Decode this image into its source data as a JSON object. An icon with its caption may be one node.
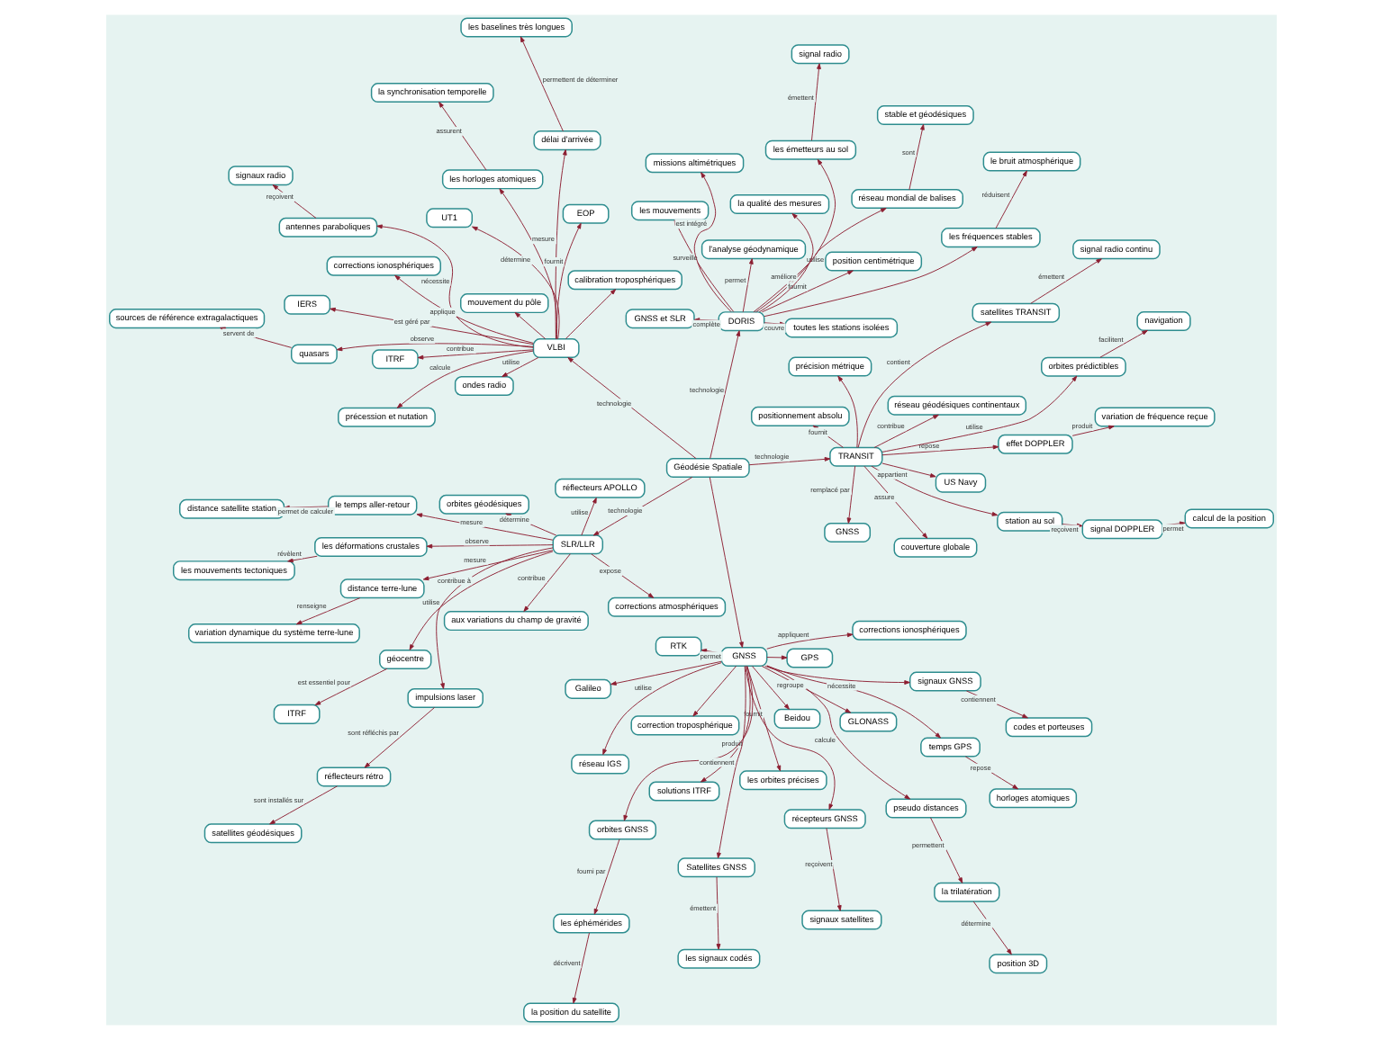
{
  "diagram": {
    "nodes": [
      {
        "text": [
          "la position du satellite"
        ]
      },
      {
        "text": [
          "les éphémérides"
        ]
      },
      {
        "text": [
          "les orbites précises"
        ]
      },
      {
        "text": [
          "RTK"
        ]
      },
      {
        "text": [
          "position 3D"
        ]
      },
      {
        "text": [
          "GNSS"
        ]
      },
      {
        "text": [
          "effet DOPPLER"
        ]
      },
      {
        "text": [
          "variation de fréquence reçue"
        ]
      },
      {
        "text": [
          "solutions ITRF"
        ]
      },
      {
        "text": [
          "les signaux codés"
        ]
      },
      {
        "text": [
          "orbites GNSS"
        ]
      },
      {
        "text": [
          "réseau IGS"
        ]
      },
      {
        "text": [
          "la trilatération"
        ]
      },
      {
        "text": [
          "satellites TRANSIT"
        ]
      },
      {
        "text": [
          "signal radio continu"
        ]
      },
      {
        "text": [
          "station au sol"
        ]
      },
      {
        "text": [
          "signal DOPPLER"
        ]
      },
      {
        "text": [
          "calcul de la position"
        ]
      },
      {
        "text": [
          "Satellites GNSS"
        ]
      },
      {
        "text": [
          "pseudo distances"
        ]
      },
      {
        "text": [
          "TRANSIT"
        ]
      },
      {
        "text": [
          "orbites prédictibles"
        ]
      },
      {
        "text": [
          "navigation"
        ]
      },
      {
        "text": [
          "réseau géodésiques continentaux"
        ]
      },
      {
        "text": [
          "codes et porteuses"
        ]
      },
      {
        "text": [
          "signaux GNSS"
        ]
      },
      {
        "text": [
          "GLONASS"
        ]
      },
      {
        "text": [
          "positionnement absolu"
        ]
      },
      {
        "text": [
          "signaux satellites"
        ]
      },
      {
        "text": [
          "récepteurs GNSS"
        ]
      },
      {
        "text": [
          "Beidou"
        ]
      },
      {
        "text": [
          "US Navy"
        ]
      },
      {
        "text": [
          "couverture globale"
        ]
      },
      {
        "text": [
          "précision métrique"
        ]
      },
      {
        "text": [
          "horloges atomiques"
        ]
      },
      {
        "text": [
          "temps GPS"
        ]
      },
      {
        "text": [
          "GNSS"
        ]
      },
      {
        "text": [
          "GPS"
        ]
      },
      {
        "text": [
          "Galileo"
        ]
      },
      {
        "text": [
          "correction troposphérique"
        ]
      },
      {
        "text": [
          "corrections ionosphériques"
        ]
      },
      {
        "text": [
          "les déformations crustales"
        ]
      },
      {
        "text": [
          "les mouvements tectoniques"
        ]
      },
      {
        "text": [
          "signal radio"
        ]
      },
      {
        "text": [
          "les émetteurs au sol"
        ]
      },
      {
        "text": [
          "impulsions laser"
        ]
      },
      {
        "text": [
          "réflecteurs rétro"
        ]
      },
      {
        "text": [
          "satellites géodésiques"
        ]
      },
      {
        "text": [
          "stable et géodésiques"
        ]
      },
      {
        "text": [
          "réseau mondial de balises"
        ]
      },
      {
        "text": [
          "GNSS et SLR"
        ]
      },
      {
        "text": [
          "DORIS"
        ]
      },
      {
        "text": [
          "Géodésie Spatiale"
        ]
      },
      {
        "text": [
          "le temps aller-retour"
        ]
      },
      {
        "text": [
          "distance satellite station"
        ]
      },
      {
        "text": [
          "SLR/LLR"
        ]
      },
      {
        "text": [
          "les fréquences stables"
        ]
      },
      {
        "text": [
          "les mouvements"
        ]
      },
      {
        "text": [
          "le bruit atmosphérique"
        ]
      },
      {
        "text": [
          "aux variations du champ de gravité"
        ]
      },
      {
        "text": [
          "missions altimétriques"
        ]
      },
      {
        "text": [
          "orbites géodésiques"
        ]
      },
      {
        "text": [
          "corrections atmosphériques"
        ]
      },
      {
        "text": [
          "l'analyse géodynamique"
        ]
      },
      {
        "text": [
          "géocentre"
        ]
      },
      {
        "text": [
          "ITRF"
        ]
      },
      {
        "text": [
          "réflecteurs APOLLO"
        ]
      },
      {
        "text": [
          "position centimétrique"
        ]
      },
      {
        "text": [
          "distance terre-lune"
        ]
      },
      {
        "text": [
          "variation dynamique du système terre-lune"
        ]
      },
      {
        "text": [
          "toutes les stations isolées"
        ]
      },
      {
        "text": [
          "VLBI"
        ]
      },
      {
        "text": [
          "la qualité des mesures"
        ]
      },
      {
        "text": [
          "IERS"
        ]
      },
      {
        "text": [
          "ITRF"
        ]
      },
      {
        "text": [
          "ondes radio"
        ]
      },
      {
        "text": [
          "les horloges atomiques"
        ]
      },
      {
        "text": [
          "quasars"
        ]
      },
      {
        "text": [
          "antennes paraboliques"
        ]
      },
      {
        "text": [
          "délai d'arrivée"
        ]
      },
      {
        "text": [
          "corrections ionosphériques"
        ]
      },
      {
        "text": [
          "mouvement du pôle"
        ]
      },
      {
        "text": [
          "EOP"
        ]
      },
      {
        "text": [
          "précession et nutation"
        ]
      },
      {
        "text": [
          "calibration troposphériques"
        ]
      },
      {
        "text": [
          "signaux radio"
        ]
      },
      {
        "text": [
          "les baselines très longues"
        ]
      },
      {
        "text": [
          "la synchronisation temporelle"
        ]
      },
      {
        "text": [
          "UT1"
        ]
      },
      {
        "text": [
          "sources de référence extragalactiques"
        ]
      }
    ],
    "edges": [
      {
        "from": 52,
        "to": 36,
        "arrow": "to"
      },
      {
        "from": 36,
        "to": 2,
        "label": "fournit",
        "arrow": "to"
      },
      {
        "from": 36,
        "to": 8,
        "label": "produit",
        "arrow": "to"
      },
      {
        "from": 36,
        "to": 3,
        "label": "permet",
        "arrow": "to"
      },
      {
        "from": 36,
        "to": 11,
        "label": "utilise",
        "arrow": "to"
      },
      {
        "from": 36,
        "to": 19,
        "label": "calcule",
        "arrow": "to"
      },
      {
        "from": 36,
        "to": 26,
        "label": "regroupe",
        "arrow": "to"
      },
      {
        "from": 36,
        "to": 30,
        "arrow": "to"
      },
      {
        "from": 36,
        "to": 37,
        "arrow": "to"
      },
      {
        "from": 36,
        "to": 38,
        "arrow": "to"
      },
      {
        "from": 36,
        "to": 18,
        "label": "contiennent",
        "arrow": "to"
      },
      {
        "from": 36,
        "to": 10,
        "arrow": "to"
      },
      {
        "from": 36,
        "to": 25,
        "arrow": "to"
      },
      {
        "from": 36,
        "to": 29,
        "arrow": "to"
      },
      {
        "from": 36,
        "to": 35,
        "label": "nécessite",
        "arrow": "to"
      },
      {
        "from": 36,
        "to": 40,
        "label": "appliquent",
        "arrow": "to"
      },
      {
        "from": 36,
        "to": 39,
        "arrow": "to"
      },
      {
        "from": 10,
        "to": 1,
        "label": "fourni par",
        "arrow": "to"
      },
      {
        "from": 1,
        "to": 0,
        "label": "décrivent",
        "arrow": "to"
      },
      {
        "from": 18,
        "to": 9,
        "label": "émettent",
        "arrow": "to"
      },
      {
        "from": 19,
        "to": 12,
        "label": "permettent",
        "arrow": "to"
      },
      {
        "from": 12,
        "to": 4,
        "label": "détermine",
        "arrow": "to"
      },
      {
        "from": 25,
        "to": 24,
        "label": "contiennent",
        "arrow": "to"
      },
      {
        "from": 29,
        "to": 28,
        "label": "reçoivent",
        "arrow": "to"
      },
      {
        "from": 35,
        "to": 34,
        "label": "repose",
        "arrow": "to"
      },
      {
        "from": 52,
        "to": 20,
        "label": "technologie",
        "arrow": "to"
      },
      {
        "from": 20,
        "to": 5,
        "label": "remplacé par",
        "arrow": "to"
      },
      {
        "from": 20,
        "to": 6,
        "label": "repose",
        "arrow": "to"
      },
      {
        "from": 6,
        "to": 7,
        "label": "produit",
        "arrow": "to"
      },
      {
        "from": 20,
        "to": 13,
        "label": "contient",
        "arrow": "to"
      },
      {
        "from": 20,
        "to": 15,
        "arrow": "to"
      },
      {
        "from": 13,
        "to": 14,
        "label": "émettent",
        "arrow": "to"
      },
      {
        "from": 15,
        "to": 16,
        "label": "reçoivent",
        "arrow": "to"
      },
      {
        "from": 16,
        "to": 17,
        "label": "permet",
        "arrow": "to"
      },
      {
        "from": 20,
        "to": 21,
        "label": "utilise",
        "arrow": "to"
      },
      {
        "from": 21,
        "to": 22,
        "label": "facilitent",
        "arrow": "to"
      },
      {
        "from": 20,
        "to": 23,
        "label": "contribue",
        "arrow": "to"
      },
      {
        "from": 20,
        "to": 27,
        "label": "fournit",
        "arrow": "to"
      },
      {
        "from": 20,
        "to": 33,
        "arrow": "to"
      },
      {
        "from": 20,
        "to": 32,
        "label": "assure",
        "arrow": "to"
      },
      {
        "from": 20,
        "to": 31,
        "label": "appartient",
        "arrow": "to"
      },
      {
        "from": 52,
        "to": 51,
        "label": "technologie",
        "arrow": "to"
      },
      {
        "from": 51,
        "to": 44,
        "label": "utilise",
        "arrow": "to"
      },
      {
        "from": 51,
        "to": 49,
        "arrow": "to"
      },
      {
        "from": 51,
        "to": 56,
        "arrow": "to"
      },
      {
        "from": 44,
        "to": 43,
        "label": "émettent",
        "arrow": "to"
      },
      {
        "from": 49,
        "to": 48,
        "label": "sont",
        "arrow": "to"
      },
      {
        "from": 56,
        "to": 58,
        "label": "réduisent",
        "arrow": "to"
      },
      {
        "from": 51,
        "to": 50,
        "label": "complète",
        "arrow": "to"
      },
      {
        "from": 51,
        "to": 57,
        "label": "surveille",
        "arrow": "to"
      },
      {
        "from": 51,
        "to": 60,
        "label": "est intégré",
        "arrow": "to"
      },
      {
        "from": 51,
        "to": 63,
        "label": "permet",
        "arrow": "to"
      },
      {
        "from": 51,
        "to": 67,
        "label": "fournit",
        "arrow": "to"
      },
      {
        "from": 51,
        "to": 70,
        "label": "couvre",
        "arrow": "to"
      },
      {
        "from": 51,
        "to": 72,
        "label": "améliore",
        "arrow": "to"
      },
      {
        "from": 52,
        "to": 55,
        "label": "technologie",
        "arrow": "to"
      },
      {
        "from": 55,
        "to": 41,
        "label": "observe",
        "arrow": "to"
      },
      {
        "from": 41,
        "to": 42,
        "label": "révèlent",
        "arrow": "to"
      },
      {
        "from": 55,
        "to": 45,
        "label": "utilise",
        "arrow": "to"
      },
      {
        "from": 45,
        "to": 46,
        "label": "sont réfléchis par",
        "arrow": "to"
      },
      {
        "from": 46,
        "to": 47,
        "label": "sont installés sur",
        "arrow": "to"
      },
      {
        "from": 55,
        "to": 53,
        "label": "mesure",
        "arrow": "to"
      },
      {
        "from": 53,
        "to": 54,
        "label": "permet de calculer",
        "arrow": "to"
      },
      {
        "from": 55,
        "to": 59,
        "label": "contribue",
        "arrow": "to"
      },
      {
        "from": 55,
        "to": 61,
        "label": "détermine",
        "arrow": "to"
      },
      {
        "from": 55,
        "to": 64,
        "label": "contribue à",
        "arrow": "to"
      },
      {
        "from": 64,
        "to": 65,
        "label": "est essentiel pour",
        "arrow": "to"
      },
      {
        "from": 55,
        "to": 68,
        "label": "mesure",
        "arrow": "to"
      },
      {
        "from": 68,
        "to": 69,
        "label": "renseigne",
        "arrow": "to"
      },
      {
        "from": 55,
        "to": 62,
        "label": "expose",
        "arrow": "to"
      },
      {
        "from": 55,
        "to": 66,
        "label": "utilise",
        "arrow": "to"
      },
      {
        "from": 52,
        "to": 71,
        "label": "technologie",
        "arrow": "to"
      },
      {
        "from": 71,
        "to": 73,
        "label": "est géré par",
        "arrow": "to"
      },
      {
        "from": 71,
        "to": 74,
        "label": "contribue",
        "arrow": "to"
      },
      {
        "from": 71,
        "to": 75,
        "label": "utilise",
        "arrow": "to"
      },
      {
        "from": 71,
        "to": 76,
        "arrow": "to"
      },
      {
        "from": 76,
        "to": 87,
        "label": "assurent",
        "arrow": "to"
      },
      {
        "from": 71,
        "to": 77,
        "label": "observe",
        "arrow": "to"
      },
      {
        "from": 77,
        "to": 89,
        "label": "servent de",
        "arrow": "to"
      },
      {
        "from": 71,
        "to": 78,
        "label": "nécessite",
        "arrow": "to"
      },
      {
        "from": 78,
        "to": 85,
        "label": "reçoivent",
        "arrow": "to"
      },
      {
        "from": 71,
        "to": 79,
        "label": "mesure",
        "arrow": "to"
      },
      {
        "from": 79,
        "to": 86,
        "label": "permettent de déterminer",
        "arrow": "to"
      },
      {
        "from": 71,
        "to": 88,
        "label": "détermine",
        "arrow": "to"
      },
      {
        "from": 71,
        "to": 81,
        "arrow": "to"
      },
      {
        "from": 71,
        "to": 82,
        "label": "fournit",
        "arrow": "to"
      },
      {
        "from": 71,
        "to": 83,
        "label": "calcule",
        "arrow": "to"
      },
      {
        "from": 71,
        "to": 80,
        "label": "applique",
        "arrow": "to"
      },
      {
        "from": 71,
        "to": 84,
        "arrow": "to"
      }
    ]
  }
}
